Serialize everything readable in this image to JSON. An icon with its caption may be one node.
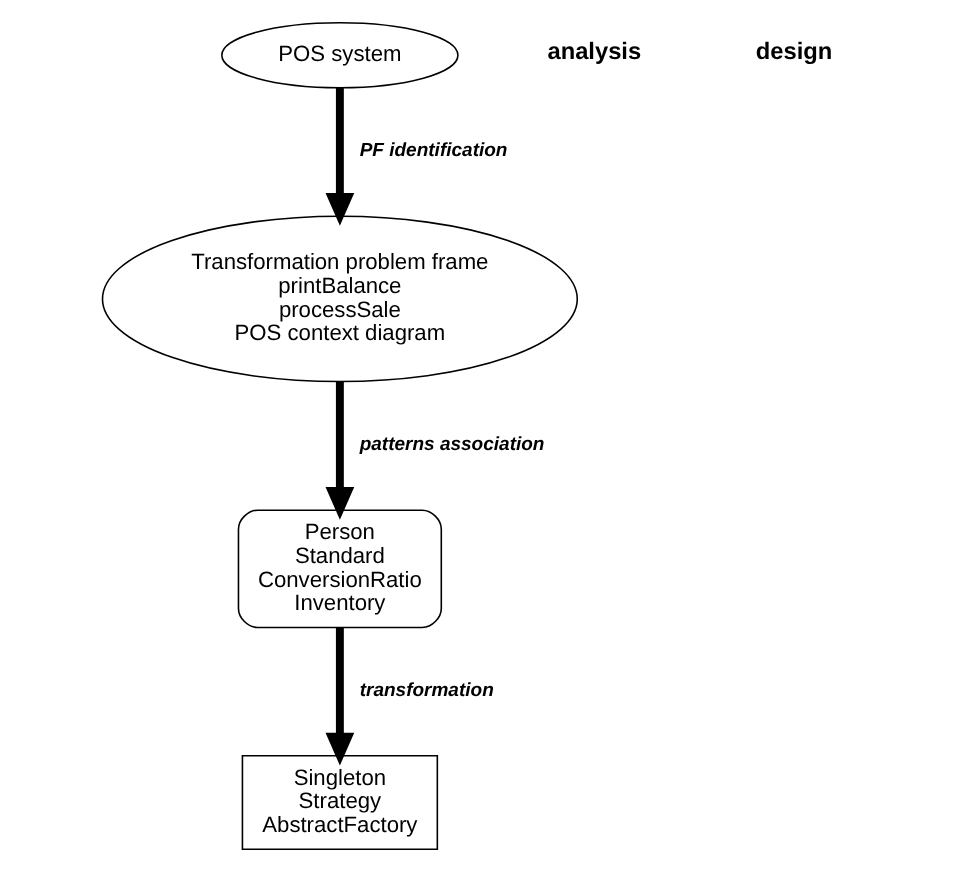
{
  "diagram": {
    "nodes": [
      {
        "text": [
          "Transformation problem frame",
          "printBalance",
          "processSale",
          "POS context diagram"
        ]
      },
      {
        "text": [
          "Person",
          "Standard",
          "ConversionRatio",
          "Inventory"
        ]
      },
      {
        "text": [
          "Singleton",
          "Strategy",
          "AbstractFactory"
        ]
      },
      {
        "text": [
          "POS system"
        ]
      }
    ],
    "edges": [
      {
        "from": 0,
        "to": 1,
        "arrow": "to",
        "label": "patterns association"
      },
      {
        "from": 1,
        "to": 2,
        "arrow": "to",
        "label": "transformation"
      },
      {
        "from": 3,
        "to": 0,
        "arrow": "to",
        "label": "PF identification"
      }
    ],
    "labels": [
      "analysis",
      "design"
    ]
  }
}
